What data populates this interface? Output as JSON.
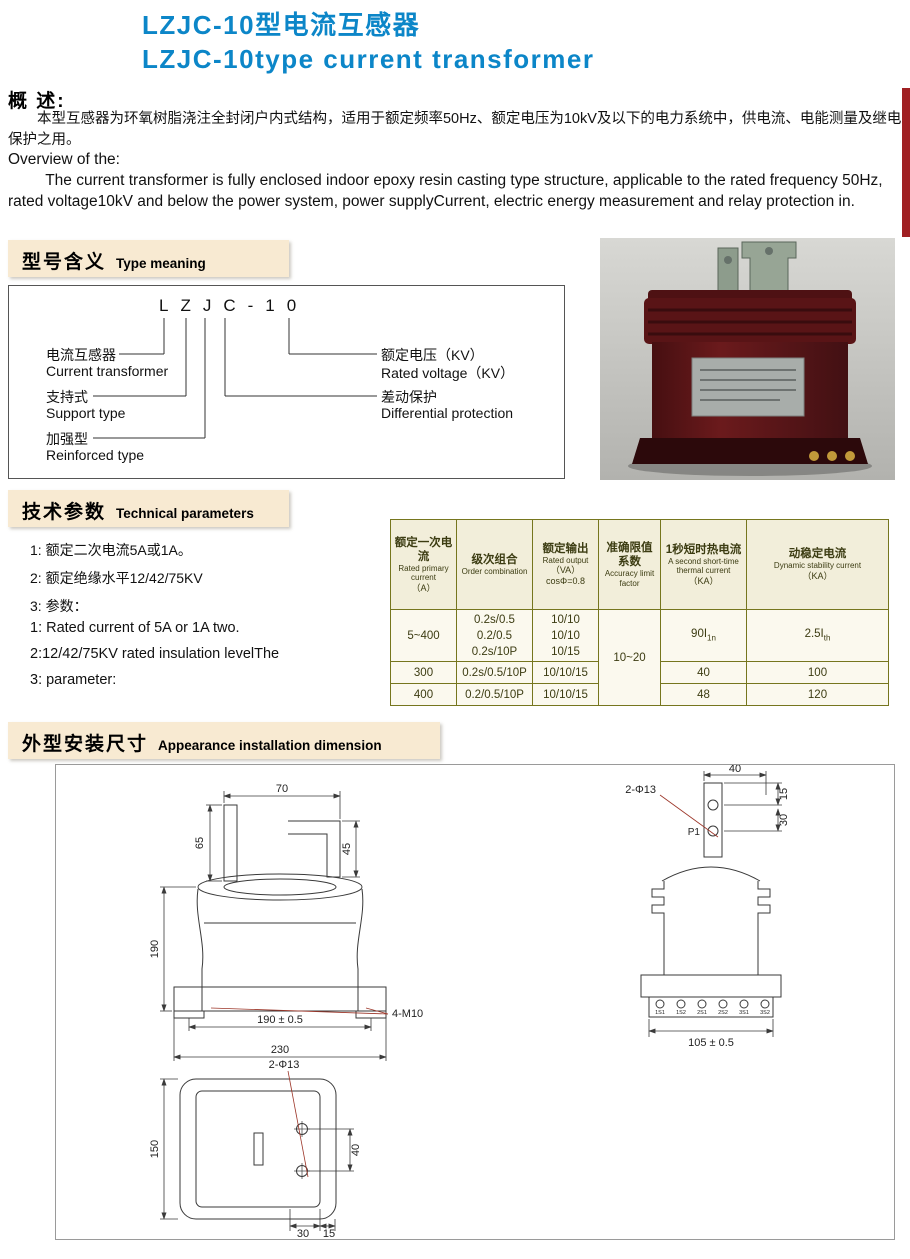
{
  "title": {
    "zh": "LZJC-10型电流互感器",
    "en": "LZJC-10type current transformer"
  },
  "overview": {
    "heading_zh": "概 述:",
    "body_zh": "本型互感器为环氧树脂浇注全封闭户内式结构，适用于额定频率50Hz、额定电压为10kV及以下的电力系统中，供电流、电能测量及继电保护之用。",
    "heading_en": "Overview of the:",
    "body_en": "The current transformer is fully enclosed indoor epoxy resin casting type structure, applicable to the rated frequency 50Hz, rated voltage10kV and below the power system, power supplyCurrent, electric energy measurement and relay protection in."
  },
  "type_meaning": {
    "heading_zh": "型号含义",
    "heading_en": "Type meaning",
    "model": "LZJC-10",
    "left": [
      {
        "zh": "电流互感器",
        "en": "Current transformer"
      },
      {
        "zh": "支持式",
        "en": "Support type"
      },
      {
        "zh": "加强型",
        "en": "Reinforced type"
      }
    ],
    "right": [
      {
        "zh": "额定电压（KV）",
        "en": "Rated voltage（KV）"
      },
      {
        "zh": "差动保护",
        "en": "Differential protection"
      }
    ]
  },
  "technical": {
    "heading_zh": "技术参数",
    "heading_en": "Technical parameters",
    "notes_zh": [
      "1: 额定二次电流5A或1A。",
      "2: 额定绝缘水平12/42/75KV",
      "3: 参数："
    ],
    "notes_en": [
      "1: Rated current of 5A or 1A two.",
      "2:12/42/75KV rated insulation levelThe",
      "3: parameter:"
    ]
  },
  "table": {
    "col1_zh": "额定一次电流",
    "col1_en": "Rated primary current",
    "col1_unit": "（A）",
    "col2_zh": "级次组合",
    "col2_en": "Order combination",
    "col3_zh": "额定输出",
    "col3_en": "Rated output",
    "col3_unit": "（VA）",
    "col3_cos": "cosΦ=0.8",
    "col4_zh": "准确限值系数",
    "col4_en": "Accuracy limit factor",
    "col5_zh": "1秒短时热电流",
    "col5_en": "A second short-time thermal current",
    "col5_unit": "（KA）",
    "col6_zh": "动稳定电流",
    "col6_en": "Dynamic stability current",
    "col6_unit": "（KA）",
    "g1_primary": "5~400",
    "g1_combos": [
      "0.2s/0.5",
      "0.2/0.5",
      "0.2s/10P"
    ],
    "g1_outputs": [
      "10/10",
      "10/10",
      "10/15"
    ],
    "accuracy": "10~20",
    "g1_thermal_base": "90I",
    "g1_thermal_sub": "1n",
    "g1_dynamic_base": "2.5I",
    "g1_dynamic_sub": "th",
    "r2": {
      "primary": "300",
      "combo": "0.2s/0.5/10P",
      "output": "10/10/15",
      "thermal": "40",
      "dynamic": "100"
    },
    "r3": {
      "primary": "400",
      "combo": "0.2/0.5/10P",
      "output": "10/10/15",
      "thermal": "48",
      "dynamic": "120"
    }
  },
  "dimension_section": {
    "heading_zh": "外型安装尺寸",
    "heading_en": "Appearance installation dimension",
    "front": {
      "w_top": "70",
      "h_left": "65",
      "h_right": "45",
      "h_body": "190",
      "w_holes": "190 ± 0.5",
      "w_base": "230",
      "screw": "4-M10"
    },
    "side": {
      "holes": "2-Φ13",
      "w_top": "40",
      "h_top": "15",
      "h_mid": "30",
      "p1": "P1",
      "terminals": [
        "1S1",
        "1S2",
        "2S1",
        "2S2",
        "3S1",
        "3S2"
      ],
      "w_base": "105 ± 0.5"
    },
    "plan": {
      "h_left": "150",
      "holes": "2-Φ13",
      "h_holes": "40",
      "w_b1": "30",
      "w_b2": "15"
    }
  },
  "colors": {
    "title_blue": "#0c86c8",
    "accent_red": "#a02023",
    "section_header_bg": "#f8ead2",
    "table_border": "#76761e"
  }
}
